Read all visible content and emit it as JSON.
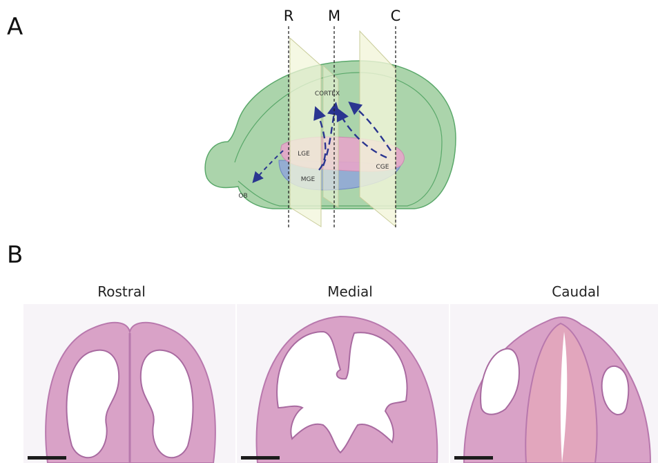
{
  "panel_a": {
    "letter": "A",
    "planes": {
      "rostral": "R",
      "medial": "M",
      "caudal": "C"
    },
    "regions": {
      "cortex": "CORTEX",
      "lge": "LGE",
      "mge": "MGE",
      "cge": "CGE",
      "ob": "OB"
    },
    "colors": {
      "hemisphere": "#9ccc9c",
      "lge": "#e6a5c9",
      "mge": "#8fa6d8",
      "plane": "#f2f5d9",
      "arrow": "#2a3590"
    }
  },
  "panel_b": {
    "letter": "B",
    "titles": [
      "Rostral",
      "Medial",
      "Caudal"
    ],
    "colors": {
      "tissue": "#d9a2c7",
      "tissue_dark": "#b878ad",
      "background": "#f7f4f8",
      "scale_bar": "#1c1c1c"
    }
  }
}
